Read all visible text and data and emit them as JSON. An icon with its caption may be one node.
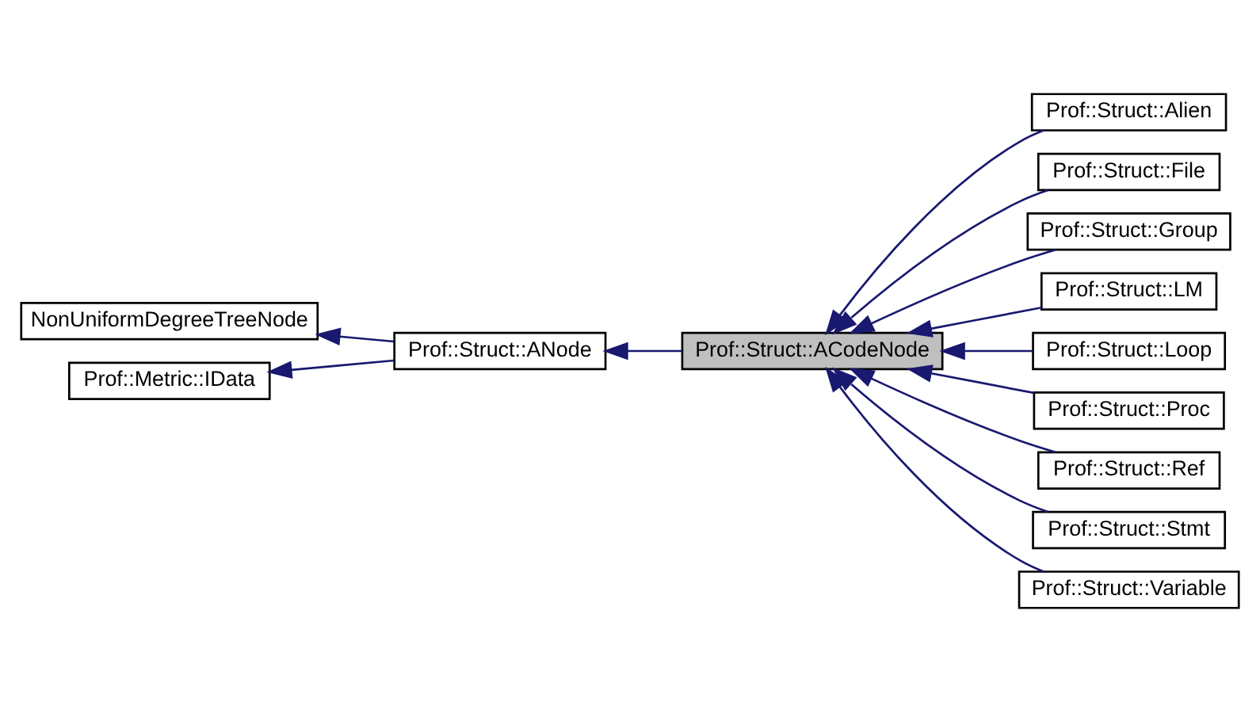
{
  "diagram": {
    "nodes": [
      {
        "text": [
          "NonUniformDegreeTreeNode"
        ]
      },
      {
        "text": [
          "Prof::Metric::IData"
        ]
      },
      {
        "text": [
          "Prof::Struct::ANode"
        ]
      },
      {
        "text": [
          "Prof::Struct::ACodeNode"
        ]
      },
      {
        "text": [
          "Prof::Struct::Alien"
        ]
      },
      {
        "text": [
          "Prof::Struct::File"
        ]
      },
      {
        "text": [
          "Prof::Struct::Group"
        ]
      },
      {
        "text": [
          "Prof::Struct::LM"
        ]
      },
      {
        "text": [
          "Prof::Struct::Loop"
        ]
      },
      {
        "text": [
          "Prof::Struct::Proc"
        ]
      },
      {
        "text": [
          "Prof::Struct::Ref"
        ]
      },
      {
        "text": [
          "Prof::Struct::Stmt"
        ]
      },
      {
        "text": [
          "Prof::Struct::Variable"
        ]
      }
    ],
    "edges": [
      {
        "from": 2,
        "to": 0,
        "arrow": "to"
      },
      {
        "from": 2,
        "to": 1,
        "arrow": "to"
      },
      {
        "from": 3,
        "to": 2,
        "arrow": "to"
      },
      {
        "from": 4,
        "to": 3,
        "arrow": "to"
      },
      {
        "from": 5,
        "to": 3,
        "arrow": "to"
      },
      {
        "from": 6,
        "to": 3,
        "arrow": "to"
      },
      {
        "from": 7,
        "to": 3,
        "arrow": "to"
      },
      {
        "from": 8,
        "to": 3,
        "arrow": "to"
      },
      {
        "from": 9,
        "to": 3,
        "arrow": "to"
      },
      {
        "from": 10,
        "to": 3,
        "arrow": "to"
      },
      {
        "from": 11,
        "to": 3,
        "arrow": "to"
      },
      {
        "from": 12,
        "to": 3,
        "arrow": "to"
      }
    ]
  }
}
